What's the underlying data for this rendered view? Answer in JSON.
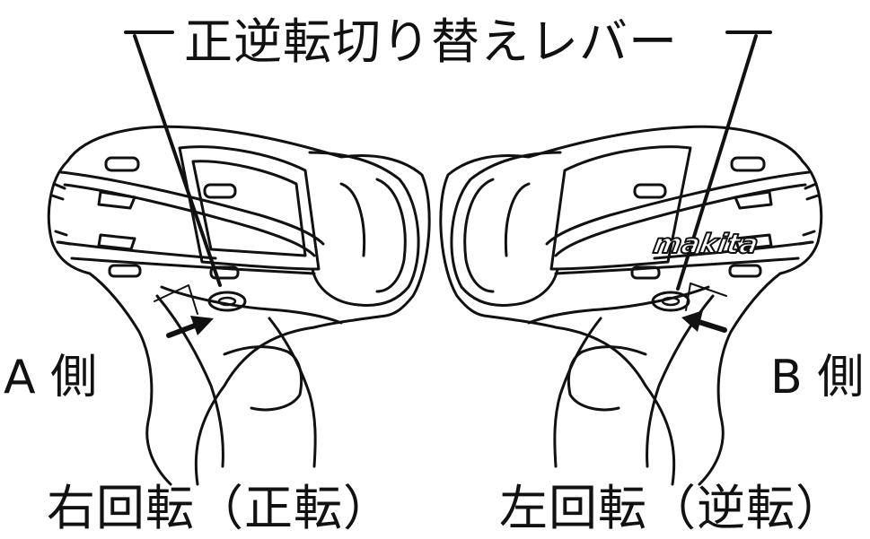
{
  "title": "正逆転切り替えレバー",
  "left_view": {
    "side_label": "A 側",
    "caption": "右回転（正転）"
  },
  "right_view": {
    "side_label": "B 側",
    "caption": "左回転（逆転）",
    "brand_logo": "makita"
  },
  "colors": {
    "line": "#111111",
    "background": "#ffffff"
  }
}
